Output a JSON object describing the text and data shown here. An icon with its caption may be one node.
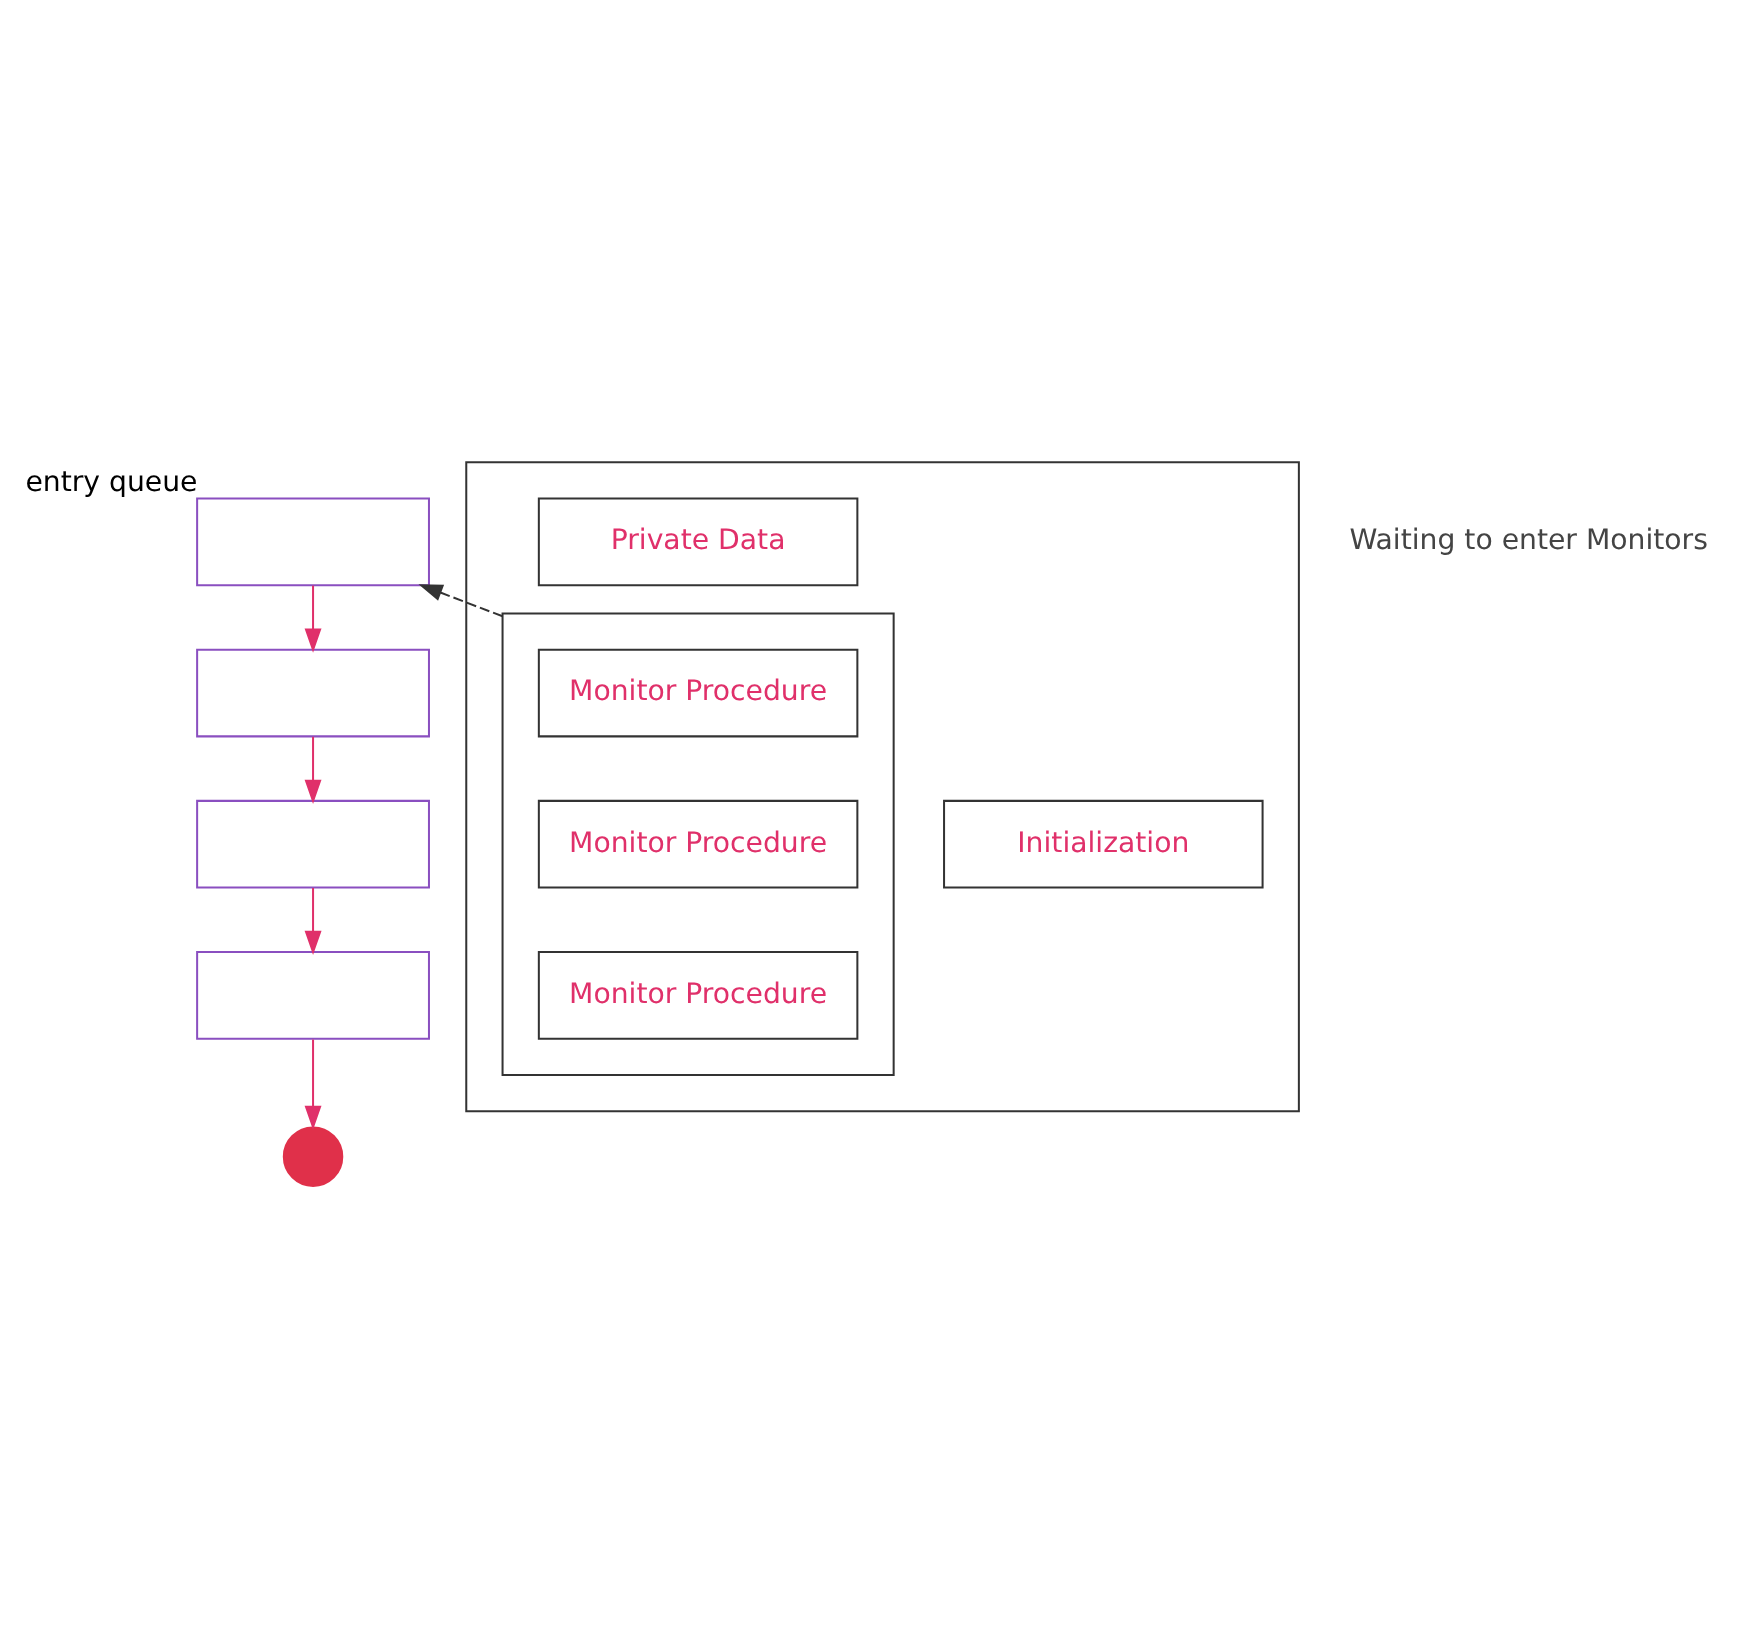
{
  "diagram": {
    "nodes": [
      {
        "text": [],
        "shape": "box"
      },
      {
        "text": [
          "Private Data"
        ],
        "in": 0
      },
      {
        "text": [],
        "shape": "box",
        "in": 0
      },
      {
        "text": [
          "Monitor Procedure"
        ],
        "in": 2
      },
      {
        "text": [
          "Monitor Procedure"
        ],
        "in": 2
      },
      {
        "text": [
          "Monitor Procedure"
        ],
        "in": 2
      },
      {
        "text": [
          "Initialization"
        ],
        "in": 0
      },
      {
        "text": [],
        "shape": "box",
        "beside": [
          "entry queue"
        ]
      },
      {
        "text": [],
        "shape": "box"
      },
      {
        "text": [],
        "shape": "box"
      },
      {
        "text": [],
        "shape": "box"
      },
      {
        "text": [],
        "shape": "circle"
      }
    ],
    "edges": [
      {
        "from": 2,
        "to": 7,
        "arrow": "to",
        "style": "dashed",
        "color": "#333333"
      },
      {
        "from": 7,
        "to": 8,
        "arrow": "to"
      },
      {
        "from": 8,
        "to": 9,
        "arrow": "to"
      },
      {
        "from": 9,
        "to": 10,
        "arrow": "to"
      },
      {
        "from": 10,
        "to": 11,
        "arrow": "to"
      }
    ],
    "labels": [
      "Waiting to enter Monitors"
    ]
  }
}
